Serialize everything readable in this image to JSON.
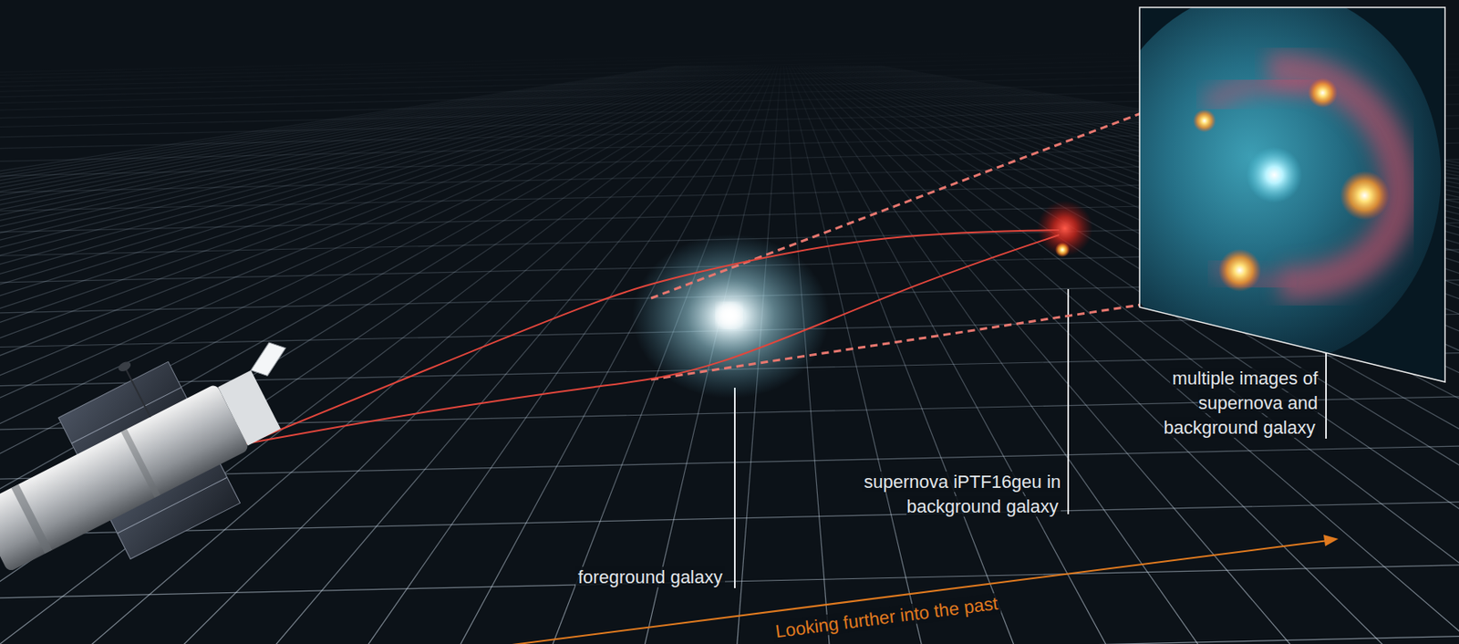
{
  "diagram": {
    "labels": [
      "foreground galaxy",
      "supernova iPTF16geu in background galaxy",
      "multiple images of supernova and background galaxy",
      "Looking further into the past"
    ]
  }
}
